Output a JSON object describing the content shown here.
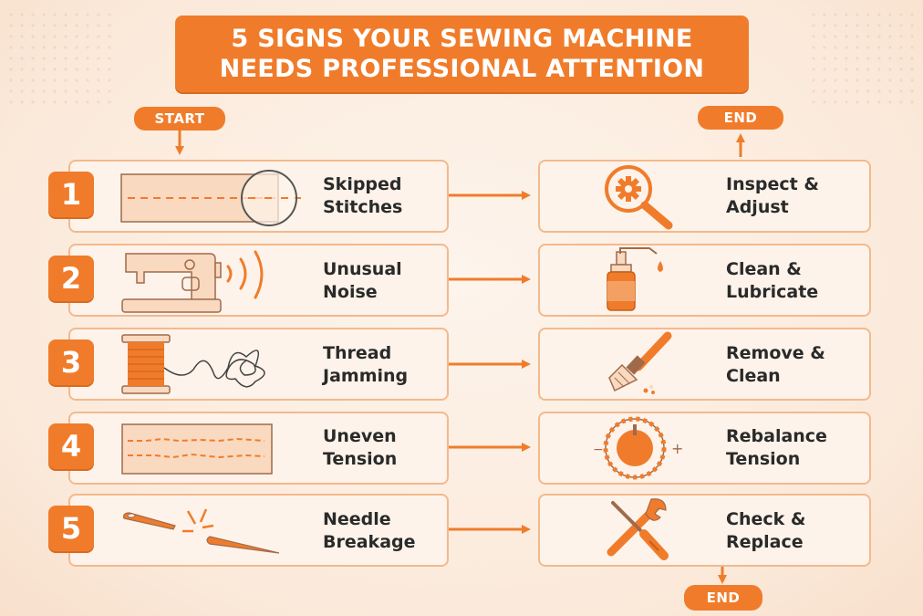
{
  "title": {
    "line1": "5 SIGNS YOUR SEWING MACHINE",
    "line2": "NEEDS PROFESSIONAL ATTENTION"
  },
  "flow": {
    "start_label": "START",
    "end_label_top": "END",
    "end_label_bottom": "END"
  },
  "signs": [
    {
      "number": "1",
      "line1": "Skipped",
      "line2": "Stitches",
      "icon": "skipped-stitches-icon"
    },
    {
      "number": "2",
      "line1": "Unusual",
      "line2": "Noise",
      "icon": "sewing-machine-noise-icon"
    },
    {
      "number": "3",
      "line1": "Thread",
      "line2": "Jamming",
      "icon": "thread-spool-tangle-icon"
    },
    {
      "number": "4",
      "line1": "Uneven",
      "line2": "Tension",
      "icon": "uneven-stitch-icon"
    },
    {
      "number": "5",
      "line1": "Needle",
      "line2": "Breakage",
      "icon": "broken-needle-icon"
    }
  ],
  "actions": [
    {
      "line1": "Inspect &",
      "line2": "Adjust",
      "icon": "gear-magnifier-icon"
    },
    {
      "line1": "Clean &",
      "line2": "Lubricate",
      "icon": "oil-bottle-icon"
    },
    {
      "line1": "Remove &",
      "line2": "Clean",
      "icon": "brush-icon"
    },
    {
      "line1": "Rebalance",
      "line2": "Tension",
      "icon": "tension-dial-icon"
    },
    {
      "line1": "Check &",
      "line2": "Replace",
      "icon": "wrench-screwdriver-icon"
    }
  ],
  "dial": {
    "minus": "−",
    "plus": "+"
  },
  "colors": {
    "accent": "#f07c2b",
    "accent_dark": "#d96a1f",
    "card_border": "#f3b98d",
    "card_fill": "#fdf3ea",
    "background": "#fbeadb",
    "text": "#2a2a2a"
  }
}
